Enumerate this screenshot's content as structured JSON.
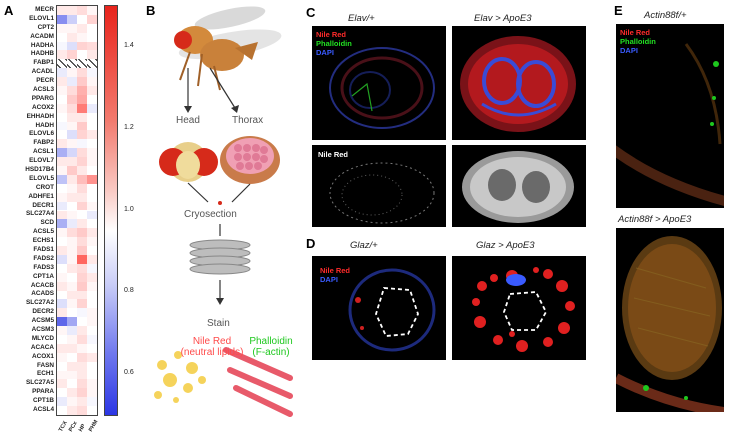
{
  "panels": {
    "A": "A",
    "B": "B",
    "C": "C",
    "D": "D",
    "E": "E"
  },
  "heatmap": {
    "genes": [
      "MECR",
      "ELOVL1",
      "CPT2",
      "ACADM",
      "HADHA",
      "HADHB",
      "FABP1",
      "ACADL",
      "PECR",
      "ACSL3",
      "PPARG",
      "ACOX2",
      "EHHADH",
      "HADH",
      "ELOVL6",
      "FABP2",
      "ACSL1",
      "ELOVL7",
      "HSD17B4",
      "ELOVL5",
      "CROT",
      "ADHFE1",
      "DECR1",
      "SLC27A4",
      "SCD",
      "ACSL5",
      "ECHS1",
      "FADS1",
      "FADS2",
      "FADS3",
      "CPT1A",
      "ACACB",
      "ACADS",
      "SLC27A2",
      "DECR2",
      "ACSM5",
      "ACSM3",
      "MLYCD",
      "ACACA",
      "ACOX1",
      "FASN",
      "ECH1",
      "SLC27A5",
      "PPARA",
      "CPT1B",
      "ACSL4"
    ],
    "conditions": [
      "TCX",
      "PCx",
      "HP",
      "PHM"
    ],
    "colorbar_ticks": [
      "1.4",
      "1.2",
      "1.0",
      "0.8",
      "0.6"
    ],
    "values": [
      [
        1.05,
        1.05,
        1.08,
        1.02
      ],
      [
        0.72,
        0.88,
        1.0,
        1.1
      ],
      [
        1.02,
        1.02,
        1.05,
        1.0
      ],
      [
        1.0,
        1.05,
        1.02,
        1.0
      ],
      [
        0.98,
        0.92,
        1.1,
        1.08
      ],
      [
        1.05,
        1.1,
        1.0,
        1.05
      ],
      [
        null,
        null,
        null,
        null
      ],
      [
        0.95,
        1.02,
        1.08,
        0.98
      ],
      [
        1.05,
        0.95,
        1.12,
        1.02
      ],
      [
        1.02,
        1.08,
        1.18,
        1.05
      ],
      [
        1.0,
        1.12,
        1.2,
        1.0
      ],
      [
        1.02,
        1.08,
        1.3,
        0.95
      ],
      [
        1.0,
        1.05,
        1.05,
        1.0
      ],
      [
        0.98,
        1.02,
        1.12,
        1.0
      ],
      [
        1.0,
        0.92,
        1.1,
        1.05
      ],
      [
        1.05,
        1.02,
        0.98,
        1.0
      ],
      [
        0.8,
        0.9,
        1.08,
        1.02
      ],
      [
        1.05,
        1.05,
        1.1,
        1.02
      ],
      [
        1.02,
        1.12,
        1.05,
        1.0
      ],
      [
        0.85,
        1.05,
        1.15,
        1.25
      ],
      [
        1.0,
        1.02,
        1.08,
        1.0
      ],
      [
        1.02,
        1.05,
        1.05,
        1.0
      ],
      [
        0.95,
        1.0,
        1.1,
        1.02
      ],
      [
        1.05,
        1.02,
        1.0,
        0.95
      ],
      [
        0.8,
        0.95,
        1.05,
        1.0
      ],
      [
        1.02,
        1.08,
        1.12,
        1.05
      ],
      [
        1.0,
        1.02,
        1.08,
        1.02
      ],
      [
        1.05,
        1.02,
        1.12,
        1.0
      ],
      [
        0.92,
        1.02,
        1.35,
        1.05
      ],
      [
        1.0,
        1.05,
        1.08,
        0.98
      ],
      [
        1.02,
        1.0,
        1.1,
        1.05
      ],
      [
        1.05,
        1.02,
        1.12,
        1.02
      ],
      [
        1.0,
        1.05,
        1.05,
        1.0
      ],
      [
        0.92,
        1.02,
        1.1,
        1.0
      ],
      [
        1.05,
        1.0,
        0.98,
        1.02
      ],
      [
        0.62,
        0.78,
        1.0,
        1.02
      ],
      [
        1.02,
        0.95,
        1.05,
        1.0
      ],
      [
        1.0,
        1.02,
        1.08,
        0.98
      ],
      [
        1.05,
        1.05,
        1.02,
        1.0
      ],
      [
        1.02,
        1.0,
        1.08,
        1.05
      ],
      [
        1.0,
        1.05,
        1.05,
        1.0
      ],
      [
        1.02,
        1.02,
        1.05,
        1.0
      ],
      [
        1.05,
        1.0,
        1.08,
        1.02
      ],
      [
        1.0,
        1.05,
        1.1,
        1.02
      ],
      [
        0.95,
        1.02,
        1.05,
        0.98
      ],
      [
        1.0,
        1.05,
        1.08,
        1.0
      ]
    ]
  },
  "schematic": {
    "head": "Head",
    "thorax": "Thorax",
    "cryosection": "Cryosection",
    "stain": "Stain",
    "nile_red": "Nile Red",
    "nile_red_sub": "(neutral lipids)",
    "phalloidin": "Phalloidin",
    "phalloidin_sub": "(F-actin)"
  },
  "panel_c": {
    "title_left": "Elav/+",
    "title_right": "Elav > ApoE3",
    "legend_nile": "Nile Red",
    "legend_phal": "Phalloidin",
    "legend_dapi": "DAPI",
    "lower_label": "Nile Red"
  },
  "panel_d": {
    "title_left": "Glaz/+",
    "title_right": "Glaz > ApoE3",
    "legend_nile": "Nile Red",
    "legend_dapi": "DAPI"
  },
  "panel_e": {
    "title_top": "Actin88f/+",
    "title_bottom": "Actin88f > ApoE3",
    "legend_nile": "Nile Red",
    "legend_phal": "Phalloidin",
    "legend_dapi": "DAPI"
  },
  "colors": {
    "nile": "#ff2b2b",
    "phal": "#22e022",
    "dapi": "#3a5bff"
  }
}
